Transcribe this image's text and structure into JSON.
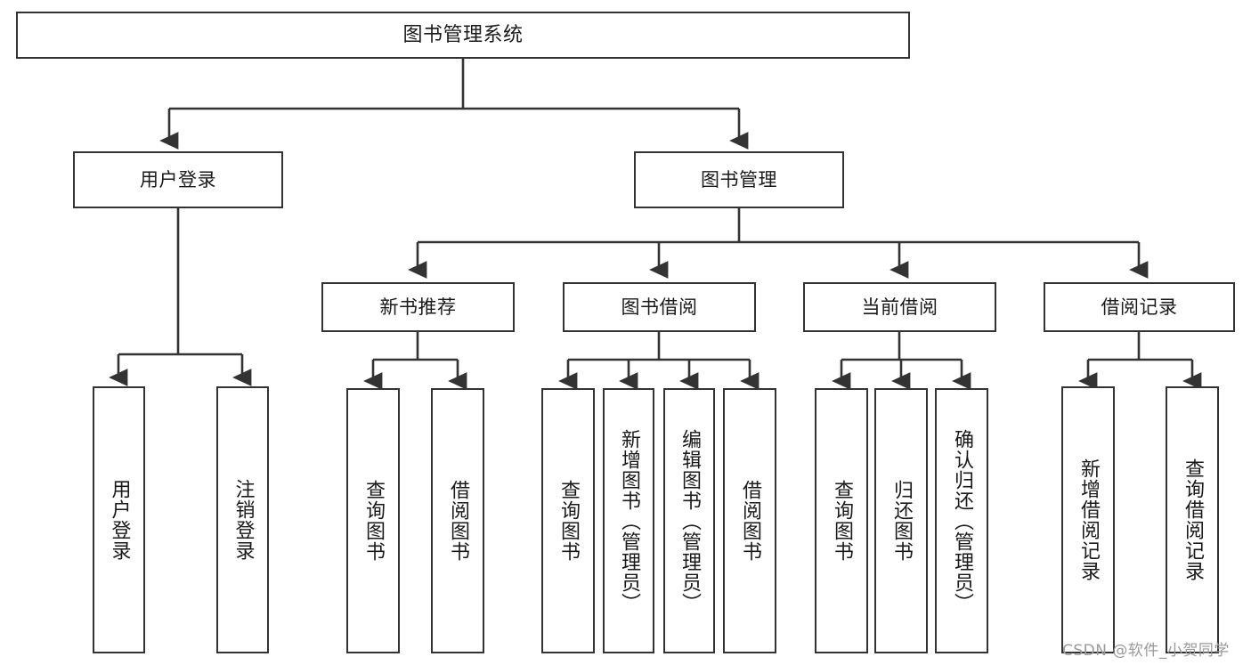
{
  "diagram": {
    "title": "图书管理系统",
    "type": "功能结构图",
    "style": {
      "box_border_color": "#333333",
      "box_fill_color": "#ffffff",
      "line_color": "#333333",
      "text_color": "#1a1a1a",
      "background": "#ffffff",
      "watermark_color": "#9a9a9a"
    },
    "nodes": {
      "root": {
        "label": "图书管理系统",
        "level": 1,
        "orientation": "horizontal"
      },
      "user_login": {
        "label": "用户登录",
        "level": 2,
        "orientation": "horizontal"
      },
      "book_manage": {
        "label": "图书管理",
        "level": 2,
        "orientation": "horizontal"
      },
      "new_book_rec": {
        "label": "新书推荐",
        "level": 3,
        "orientation": "horizontal"
      },
      "book_borrow": {
        "label": "图书借阅",
        "level": 3,
        "orientation": "horizontal"
      },
      "current_borrow": {
        "label": "当前借阅",
        "level": 3,
        "orientation": "horizontal"
      },
      "borrow_record": {
        "label": "借阅记录",
        "level": 3,
        "orientation": "horizontal"
      },
      "leaf_user_login": {
        "label": "用户登录",
        "level": 4,
        "orientation": "vertical"
      },
      "leaf_logout": {
        "label": "注销登录",
        "level": 4,
        "orientation": "vertical"
      },
      "leaf_query_book_1": {
        "label": "查询图书",
        "level": 4,
        "orientation": "vertical"
      },
      "leaf_borrow_book_1": {
        "label": "借阅图书",
        "level": 4,
        "orientation": "vertical"
      },
      "leaf_query_book_2": {
        "label": "查询图书",
        "level": 4,
        "orientation": "vertical"
      },
      "leaf_add_book": {
        "label": "新增图书（管理员）",
        "level": 4,
        "orientation": "vertical"
      },
      "leaf_edit_book": {
        "label": "编辑图书（管理员）",
        "level": 4,
        "orientation": "vertical"
      },
      "leaf_borrow_book_2": {
        "label": "借阅图书",
        "level": 4,
        "orientation": "vertical"
      },
      "leaf_query_book_3": {
        "label": "查询图书",
        "level": 4,
        "orientation": "vertical"
      },
      "leaf_return_book": {
        "label": "归还图书",
        "level": 4,
        "orientation": "vertical"
      },
      "leaf_confirm_return": {
        "label": "确认归还（管理员）",
        "level": 4,
        "orientation": "vertical"
      },
      "leaf_add_record": {
        "label": "新增借阅记录",
        "level": 4,
        "orientation": "vertical"
      },
      "leaf_query_record": {
        "label": "查询借阅记录",
        "level": 4,
        "orientation": "vertical"
      }
    },
    "edges": [
      {
        "from": "root",
        "to": "user_login"
      },
      {
        "from": "root",
        "to": "book_manage"
      },
      {
        "from": "user_login",
        "to": "leaf_user_login"
      },
      {
        "from": "user_login",
        "to": "leaf_logout"
      },
      {
        "from": "book_manage",
        "to": "new_book_rec"
      },
      {
        "from": "book_manage",
        "to": "book_borrow"
      },
      {
        "from": "book_manage",
        "to": "current_borrow"
      },
      {
        "from": "book_manage",
        "to": "borrow_record"
      },
      {
        "from": "new_book_rec",
        "to": "leaf_query_book_1"
      },
      {
        "from": "new_book_rec",
        "to": "leaf_borrow_book_1"
      },
      {
        "from": "book_borrow",
        "to": "leaf_query_book_2"
      },
      {
        "from": "book_borrow",
        "to": "leaf_add_book"
      },
      {
        "from": "book_borrow",
        "to": "leaf_edit_book"
      },
      {
        "from": "book_borrow",
        "to": "leaf_borrow_book_2"
      },
      {
        "from": "current_borrow",
        "to": "leaf_query_book_3"
      },
      {
        "from": "current_borrow",
        "to": "leaf_return_book"
      },
      {
        "from": "current_borrow",
        "to": "leaf_confirm_return"
      },
      {
        "from": "borrow_record",
        "to": "leaf_add_record"
      },
      {
        "from": "borrow_record",
        "to": "leaf_query_record"
      }
    ]
  },
  "watermark": {
    "text": "CSDN @软件_小贺同学"
  }
}
